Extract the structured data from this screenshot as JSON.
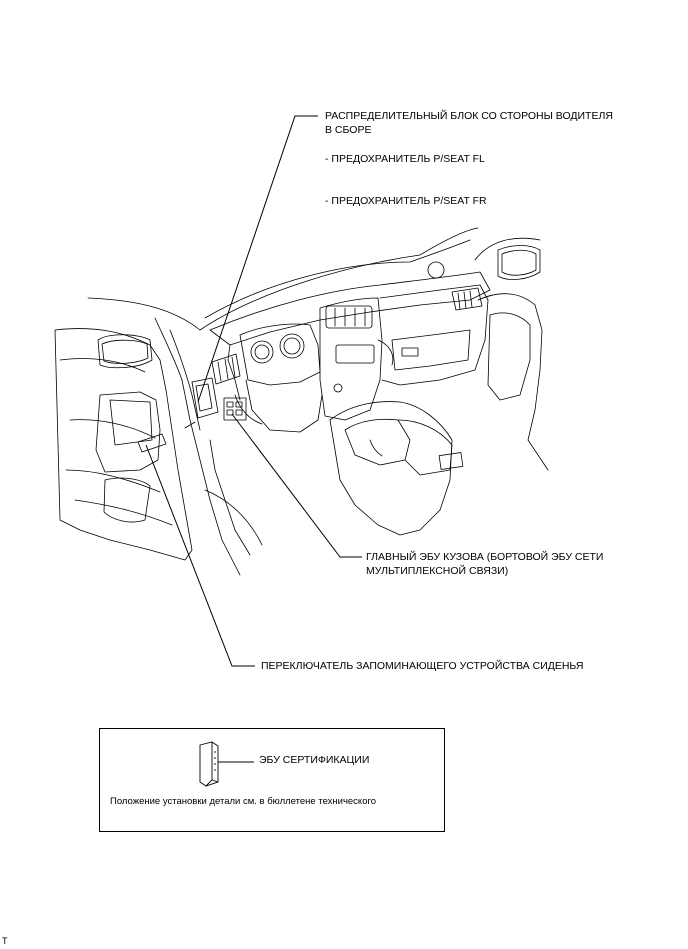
{
  "callouts": {
    "driver_side_junction_block": {
      "line1": "РАСПРЕДЕЛИТЕЛЬНЫЙ БЛОК СО СТОРОНЫ ВОДИТЕЛЯ",
      "line2": "В СБОРЕ"
    },
    "fuse_fl": "- ПРЕДОХРАНИТЕЛЬ P/SEAT FL",
    "fuse_fr": "- ПРЕДОХРАНИТЕЛЬ P/SEAT FR",
    "main_body_ecu": {
      "line1": "ГЛАВНЫЙ ЭБУ КУЗОВА (БОРТОВОЙ ЭБУ СЕТИ",
      "line2": "МУЛЬТИПЛЕКСНОЙ СВЯЗИ)"
    },
    "seat_memory_switch": "ПЕРЕКЛЮЧАТЕЛЬ ЗАПОМИНАЮЩЕГО УСТРОЙСТВА СИДЕНЬЯ"
  },
  "note_box": {
    "component_label": "ЭБУ СЕРТИФИКАЦИИ",
    "note_text": "Положение установки детали см. в бюллетене технического"
  },
  "corner_mark": "T"
}
